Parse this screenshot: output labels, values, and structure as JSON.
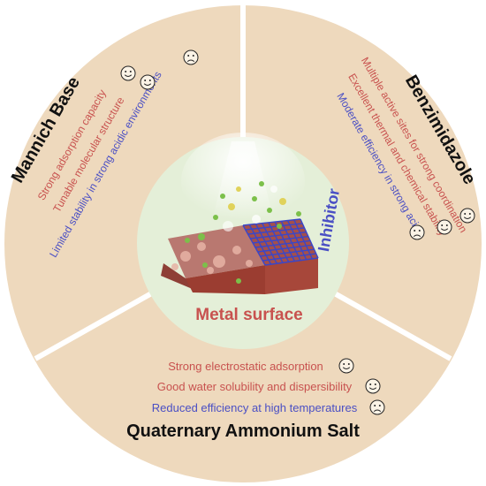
{
  "colors": {
    "outer_ring": "#eed9bd",
    "divider": "#ffffff",
    "center_disc": "#e4efd8",
    "positive_text": "#c8524f",
    "negative_text": "#4a4fc4",
    "metal_surface_text": "#c8524f",
    "inhibitor_text": "#4a4fc4"
  },
  "sectors": {
    "mannich": {
      "title": "Mannich Base",
      "items": [
        {
          "text": "Strong adsorption capacity",
          "sentiment": "positive",
          "icon": "smiley-icon"
        },
        {
          "text": "Tunable molecular structure",
          "sentiment": "positive",
          "icon": "smiley-icon"
        },
        {
          "text": "Limited stability in strong acidic environments",
          "sentiment": "negative",
          "icon": "frown-icon"
        }
      ]
    },
    "benzimidazole": {
      "title": "Benzimidazole",
      "items": [
        {
          "text": "Multiple active sites for strong coordination",
          "sentiment": "positive",
          "icon": "smiley-icon"
        },
        {
          "text": "Excellent thermal and chemical stability",
          "sentiment": "positive",
          "icon": "smiley-icon"
        },
        {
          "text": "Moderate efficiency in strong acids",
          "sentiment": "negative",
          "icon": "frown-icon"
        }
      ]
    },
    "quaternary": {
      "title": "Quaternary Ammonium Salt",
      "items": [
        {
          "text": "Strong electrostatic adsorption",
          "sentiment": "positive",
          "icon": "smiley-icon"
        },
        {
          "text": "Good water solubility and dispersibility",
          "sentiment": "positive",
          "icon": "smiley-icon"
        },
        {
          "text": "Reduced efficiency at high temperatures",
          "sentiment": "negative",
          "icon": "frown-icon"
        }
      ]
    }
  },
  "center": {
    "metal_surface_label": "Metal surface",
    "inhibitor_label": "Inhibitor"
  }
}
